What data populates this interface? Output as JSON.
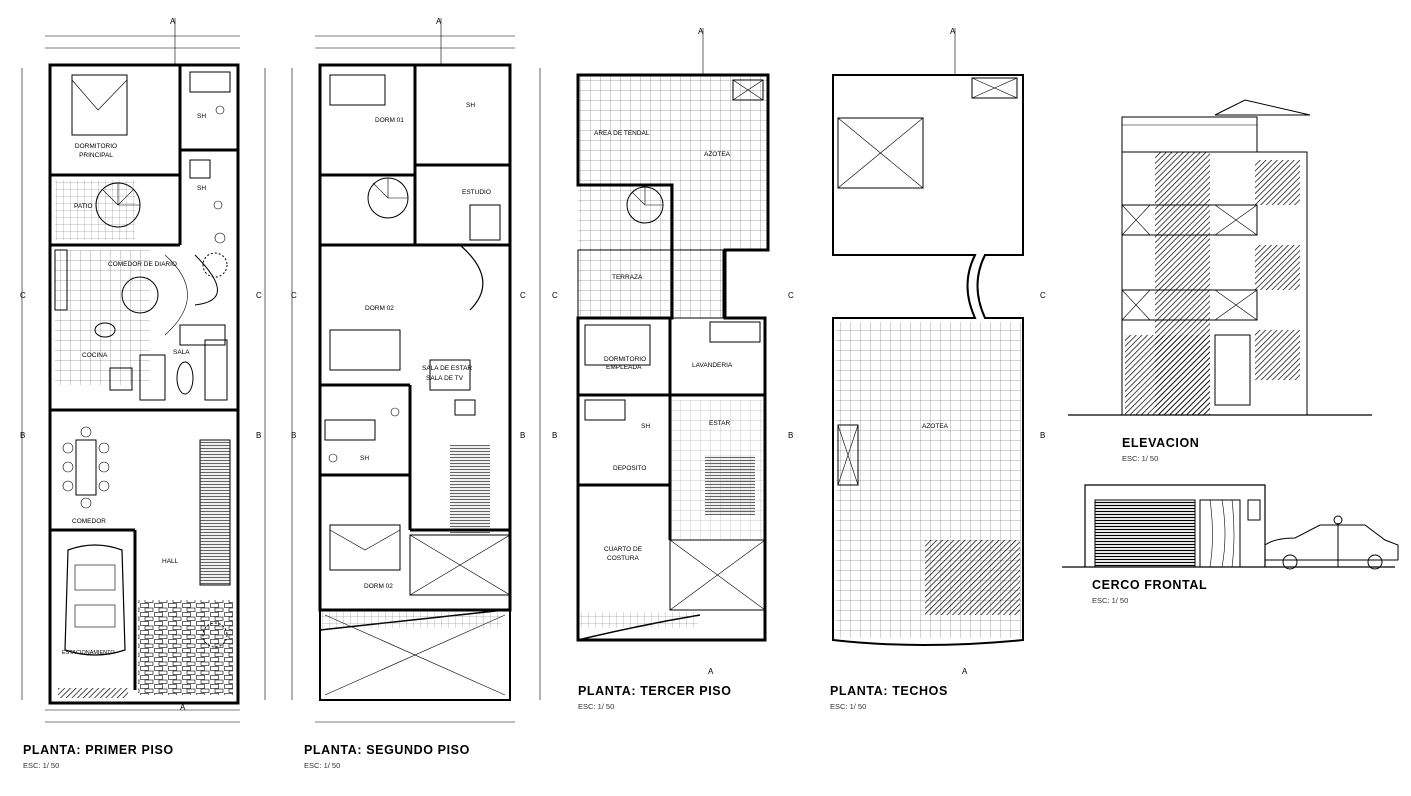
{
  "plans": {
    "primer_piso": {
      "title": "PLANTA: PRIMER PISO",
      "scale": "ESC: 1/ 50",
      "rooms": [
        "DORMITORIO",
        "PRINCIPAL",
        "SH",
        "SH",
        "PATIO",
        "COMEDOR DE DIARIO",
        "COCINA",
        "SALA",
        "COMEDOR",
        "HALL",
        "ESTACIONAMIENTO"
      ]
    },
    "segundo_piso": {
      "title": "PLANTA: SEGUNDO PISO",
      "scale": "ESC: 1/ 50",
      "rooms": [
        "DORM 01",
        "SH",
        "ESTUDIO",
        "DORM 02",
        "SALA DE ESTAR",
        "SALA DE TV",
        "SH",
        "DORM 02"
      ]
    },
    "tercer_piso": {
      "title": "PLANTA: TERCER PISO",
      "scale": "ESC: 1/ 50",
      "rooms": [
        "AREA DE TENDAL",
        "AZOTEA",
        "TERRAZA",
        "DORMITORIO",
        "EMPLEADA",
        "LAVANDERIA",
        "ESTAR",
        "SH",
        "DEPOSITO",
        "CUARTO DE",
        "COSTURA"
      ]
    },
    "techos": {
      "title": "PLANTA: TECHOS",
      "scale": "ESC: 1/ 50",
      "rooms": [
        "AZOTEA"
      ]
    }
  },
  "elevations": {
    "elevacion": {
      "title": "ELEVACION",
      "scale": "ESC: 1/ 50"
    },
    "cerco_frontal": {
      "title": "CERCO FRONTAL",
      "scale": "ESC: 1/ 50"
    }
  },
  "section_marks": {
    "a": "A",
    "b": "B",
    "c": "C"
  }
}
